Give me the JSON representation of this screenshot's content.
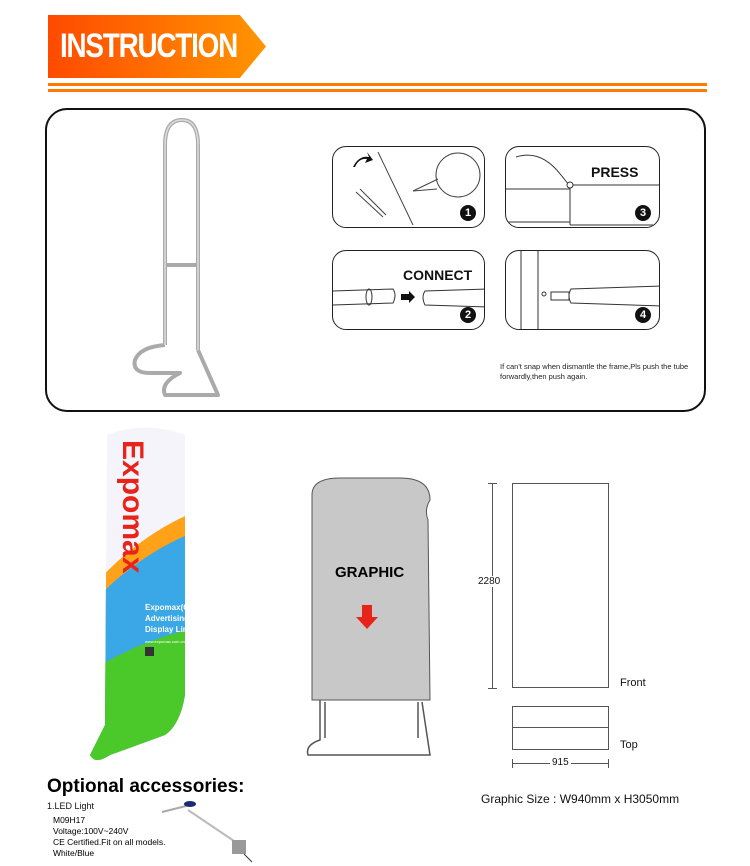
{
  "header": {
    "title": "INSTRUCTION"
  },
  "steps": [
    {
      "number": "1",
      "label": ""
    },
    {
      "number": "2",
      "label": "CONNECT"
    },
    {
      "number": "3",
      "label": "PRESS"
    },
    {
      "number": "4",
      "label": ""
    }
  ],
  "note": "If can't snap when dismantle the frame,Pls push the tube forwardly,then push again.",
  "banner": {
    "brand": "Expomax",
    "company_lines": [
      "Expomax(China)",
      "Advertising",
      "Display Limited"
    ],
    "website": "www.expomax.com.cn"
  },
  "graphic": {
    "label": "GRAPHIC"
  },
  "dimensions": {
    "height": "2280",
    "width": "915",
    "front_label": "Front",
    "top_label": "Top"
  },
  "graphic_size": "Graphic Size : W940mm x H3050mm",
  "accessories": {
    "title": "Optional accessories:",
    "item": "1.LED Light",
    "details": [
      "M09H17",
      "Voltage:100V~240V",
      "CE Certified.Fit on all models.",
      "White/Blue"
    ]
  },
  "colors": {
    "accent": "#ff7a00",
    "green": "#4cc92a",
    "blue": "#3aa8e6",
    "arrow": "#e8231a"
  }
}
